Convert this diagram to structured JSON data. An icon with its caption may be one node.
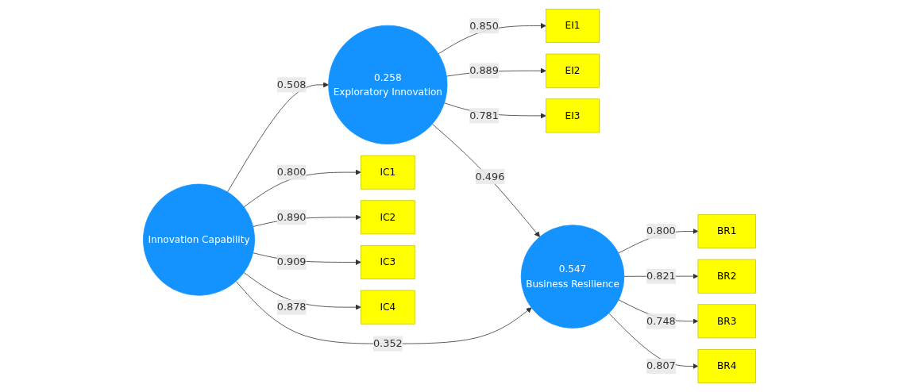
{
  "diagram": {
    "nodes": [
      {
        "text": [
          "EI1"
        ]
      },
      {
        "text": [
          "EI2"
        ]
      },
      {
        "text": [
          "EI3"
        ]
      },
      {
        "text": [
          "0.258",
          "Exploratory Innovation"
        ]
      },
      {
        "text": [
          "IC1"
        ]
      },
      {
        "text": [
          "IC2"
        ]
      },
      {
        "text": [
          "IC3"
        ]
      },
      {
        "text": [
          "IC4"
        ]
      },
      {
        "text": [
          "Innovation Capability"
        ]
      },
      {
        "text": [
          "0.547",
          "Business Resilience"
        ]
      },
      {
        "text": [
          "BR1"
        ]
      },
      {
        "text": [
          "BR2"
        ]
      },
      {
        "text": [
          "BR3"
        ]
      },
      {
        "text": [
          "BR4"
        ]
      }
    ],
    "edges": [
      {
        "from": 3,
        "to": 0,
        "arrow": "to",
        "label": "0.850"
      },
      {
        "from": 3,
        "to": 1,
        "arrow": "to",
        "label": "0.889"
      },
      {
        "from": 3,
        "to": 2,
        "arrow": "to",
        "label": "0.781"
      },
      {
        "from": 8,
        "to": 4,
        "arrow": "to",
        "label": "0.800"
      },
      {
        "from": 8,
        "to": 5,
        "arrow": "to",
        "label": "0.890"
      },
      {
        "from": 8,
        "to": 6,
        "arrow": "to",
        "label": "0.909"
      },
      {
        "from": 8,
        "to": 7,
        "arrow": "to",
        "label": "0.878"
      },
      {
        "from": 8,
        "to": 3,
        "arrow": "to",
        "label": "0.508"
      },
      {
        "from": 3,
        "to": 9,
        "arrow": "to",
        "label": "0.496"
      },
      {
        "from": 8,
        "to": 9,
        "arrow": "to",
        "label": "0.352"
      },
      {
        "from": 9,
        "to": 10,
        "arrow": "to",
        "label": "0.800"
      },
      {
        "from": 9,
        "to": 11,
        "arrow": "to",
        "label": "0.821"
      },
      {
        "from": 9,
        "to": 12,
        "arrow": "to",
        "label": "0.748"
      },
      {
        "from": 9,
        "to": 13,
        "arrow": "to",
        "label": "0.807"
      }
    ]
  }
}
